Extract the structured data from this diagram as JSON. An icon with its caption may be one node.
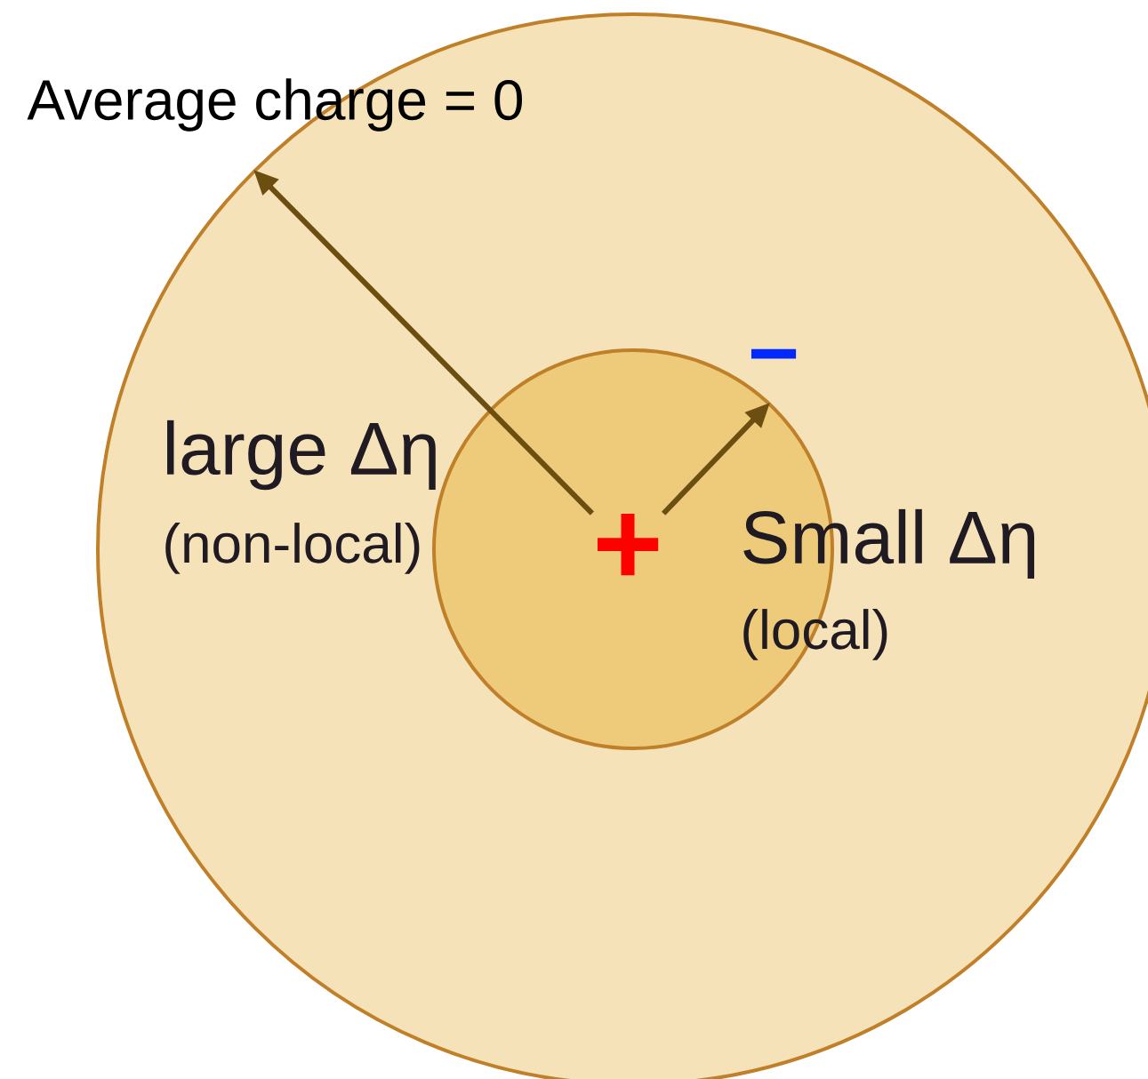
{
  "diagram": {
    "nodes": [
      {
        "text": [],
        "shape": "circle"
      },
      {
        "text": [],
        "shape": "circle",
        "in": 0
      },
      {
        "text": [
          "+"
        ],
        "in": 1
      }
    ],
    "edges": [
      {
        "from": 2,
        "to": 0,
        "arrow": "to"
      },
      {
        "from": 2,
        "to": 1,
        "arrow": "to"
      }
    ],
    "labels": [
      "Average charge = 0",
      "−",
      "large Δη",
      "(non-local)",
      "Small Δη",
      "(local)"
    ]
  }
}
